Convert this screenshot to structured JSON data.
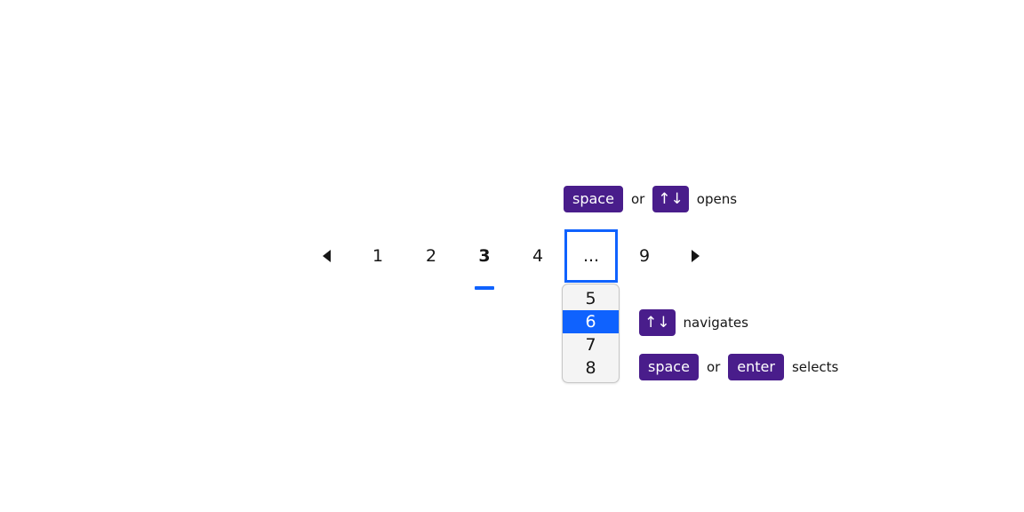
{
  "hints": {
    "opens": {
      "keys": [
        "space"
      ],
      "separator": "or",
      "arrow_key": "↑↓",
      "action": "opens"
    },
    "navigates": {
      "arrow_key": "↑↓",
      "action": "navigates"
    },
    "selects": {
      "key_primary": "space",
      "separator": "or",
      "key_secondary": "enter",
      "action": "selects"
    }
  },
  "pagination": {
    "prev_label": "◄",
    "next_label": "►",
    "overflow_label": "...",
    "current_page": "3",
    "items": [
      {
        "label": "1",
        "type": "page",
        "state": "default"
      },
      {
        "label": "2",
        "type": "page",
        "state": "default"
      },
      {
        "label": "3",
        "type": "page",
        "state": "current"
      },
      {
        "label": "4",
        "type": "page",
        "state": "default"
      },
      {
        "label": "...",
        "type": "overflow",
        "state": "focused"
      },
      {
        "label": "9",
        "type": "page",
        "state": "default"
      }
    ]
  },
  "dropdown": {
    "options": [
      {
        "label": "5",
        "selected": false
      },
      {
        "label": "6",
        "selected": true
      },
      {
        "label": "7",
        "selected": false
      },
      {
        "label": "8",
        "selected": false
      }
    ],
    "selected_value": "6"
  },
  "colors": {
    "key_badge_bg": "#491d8b",
    "focus_blue": "#0f62fe",
    "selected_blue": "#0f62fe",
    "dropdown_bg": "#f4f4f4",
    "dropdown_border": "#c6c6c6",
    "text": "#161616"
  }
}
